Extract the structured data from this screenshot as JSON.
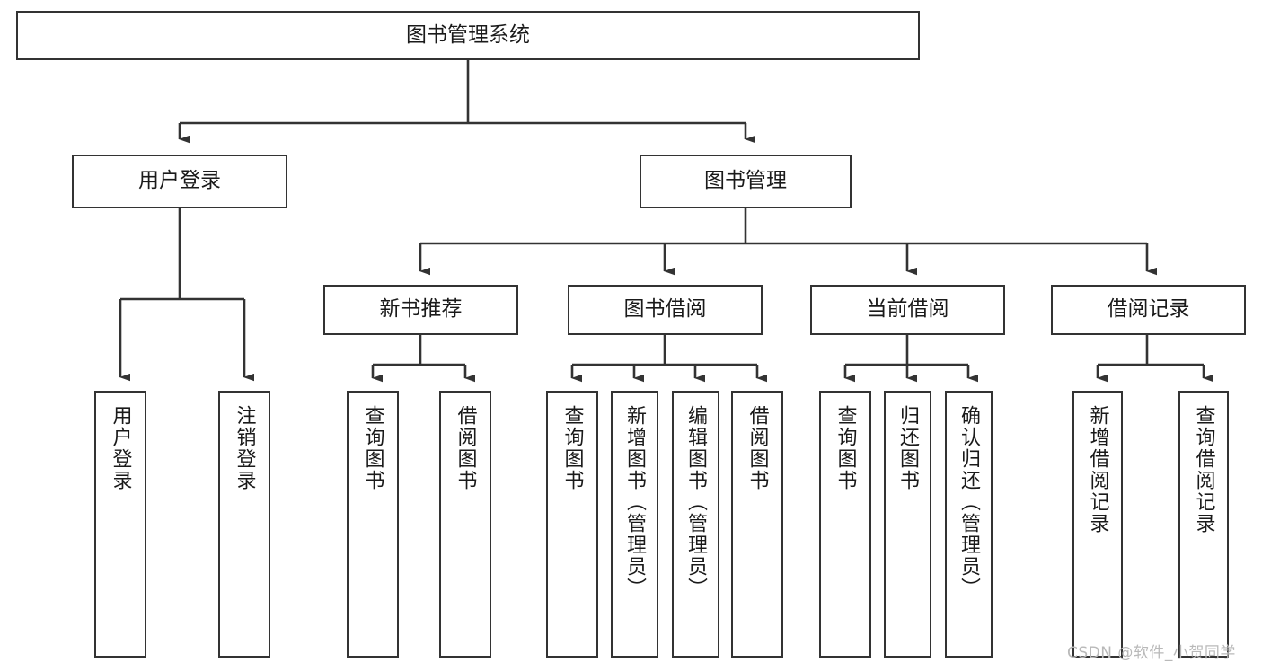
{
  "diagram": {
    "title": "图书管理系统",
    "type": "功能结构图",
    "theme": {
      "background": "#ffffff",
      "node_border": "#333333",
      "node_fill": "#ffffff",
      "edge_color": "#333333",
      "text_color": "#1a1a1a",
      "watermark_color": "#b9b9b9"
    },
    "watermark": "CSDN @软件_小贺同学",
    "levels": {
      "root": {
        "id": "root",
        "label": "图书管理系统",
        "orientation": "horizontal"
      },
      "level1": [
        {
          "id": "user-login",
          "label": "用户登录",
          "orientation": "horizontal"
        },
        {
          "id": "book-manage",
          "label": "图书管理",
          "orientation": "horizontal"
        }
      ],
      "level2": [
        {
          "id": "new-book-recommend",
          "label": "新书推荐",
          "orientation": "horizontal",
          "parent": "book-manage"
        },
        {
          "id": "book-borrow",
          "label": "图书借阅",
          "orientation": "horizontal",
          "parent": "book-manage"
        },
        {
          "id": "current-borrow",
          "label": "当前借阅",
          "orientation": "horizontal",
          "parent": "book-manage"
        },
        {
          "id": "borrow-record",
          "label": "借阅记录",
          "orientation": "horizontal",
          "parent": "book-manage"
        }
      ],
      "leaves": [
        {
          "id": "leaf-user-login",
          "label": "用户登录",
          "orientation": "vertical",
          "parent": "user-login"
        },
        {
          "id": "leaf-logout-login",
          "label": "注销登录",
          "orientation": "vertical",
          "parent": "user-login"
        },
        {
          "id": "leaf-query-book-1",
          "label": "查询图书",
          "orientation": "vertical",
          "parent": "new-book-recommend"
        },
        {
          "id": "leaf-borrow-book-1",
          "label": "借阅图书",
          "orientation": "vertical",
          "parent": "new-book-recommend"
        },
        {
          "id": "leaf-query-book-2",
          "label": "查询图书",
          "orientation": "vertical",
          "parent": "book-borrow"
        },
        {
          "id": "leaf-add-book",
          "label": "新增图书（管理员）",
          "orientation": "vertical",
          "parent": "book-borrow"
        },
        {
          "id": "leaf-edit-book",
          "label": "编辑图书（管理员）",
          "orientation": "vertical",
          "parent": "book-borrow"
        },
        {
          "id": "leaf-borrow-book-2",
          "label": "借阅图书",
          "orientation": "vertical",
          "parent": "book-borrow"
        },
        {
          "id": "leaf-query-book-3",
          "label": "查询图书",
          "orientation": "vertical",
          "parent": "current-borrow"
        },
        {
          "id": "leaf-return-book",
          "label": "归还图书",
          "orientation": "vertical",
          "parent": "current-borrow"
        },
        {
          "id": "leaf-confirm-return",
          "label": "确认归还（管理员）",
          "orientation": "vertical",
          "parent": "current-borrow"
        },
        {
          "id": "leaf-add-record",
          "label": "新增借阅记录",
          "orientation": "vertical",
          "parent": "borrow-record"
        },
        {
          "id": "leaf-query-record",
          "label": "查询借阅记录",
          "orientation": "vertical",
          "parent": "borrow-record"
        }
      ]
    }
  }
}
